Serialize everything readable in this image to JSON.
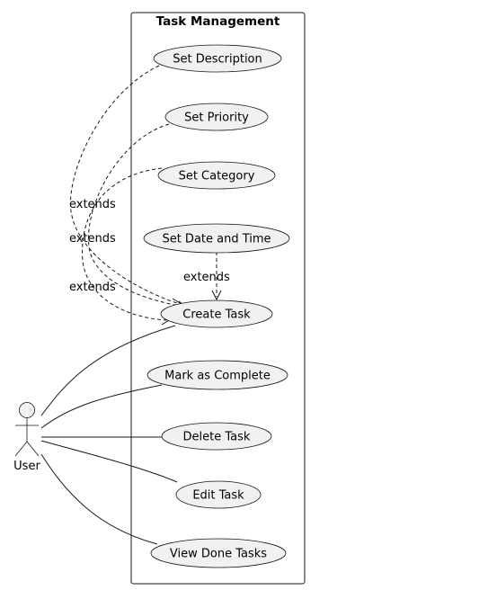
{
  "boundary": {
    "title": "Task Management"
  },
  "actor": {
    "name": "User"
  },
  "use_cases": {
    "set_description": "Set Description",
    "set_priority": "Set Priority",
    "set_category": "Set Category",
    "set_date_time": "Set Date and Time",
    "create_task": "Create Task",
    "mark_complete": "Mark as Complete",
    "delete_task": "Delete Task",
    "edit_task": "Edit Task",
    "view_done": "View Done Tasks"
  },
  "relations": {
    "extends_label": "extends"
  }
}
